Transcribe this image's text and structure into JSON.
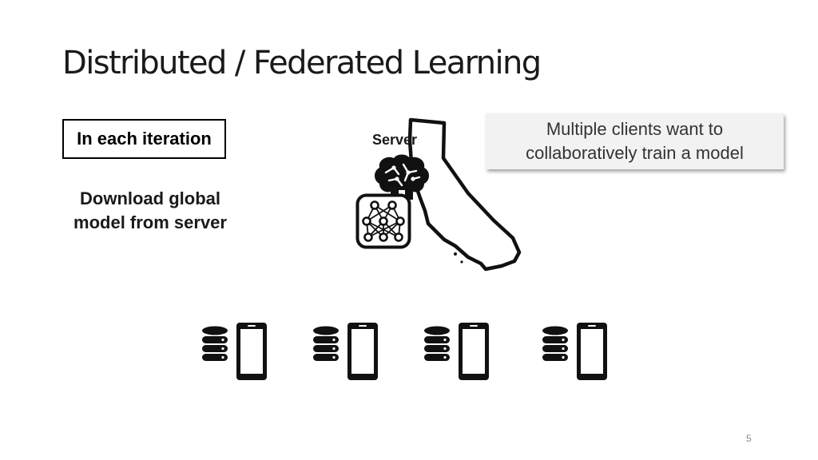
{
  "slide": {
    "title": "Distributed / Federated Learning",
    "iteration_box": "In each iteration",
    "step_text": "Download global model from server",
    "callout": "Multiple clients want to collaboratively train a model",
    "server_label": "Server",
    "page_number": "5"
  },
  "icons": {
    "map": "california-map-icon",
    "server": "brain-icon",
    "model": "neural-network-icon",
    "client_data": "database-icon",
    "client_device": "smartphone-icon"
  },
  "clients": [
    {
      "id": "client-1"
    },
    {
      "id": "client-2"
    },
    {
      "id": "client-3"
    },
    {
      "id": "client-4"
    }
  ],
  "colors": {
    "background": "#ffffff",
    "ink": "#000000",
    "callout_fill": "#f2f2f2"
  }
}
